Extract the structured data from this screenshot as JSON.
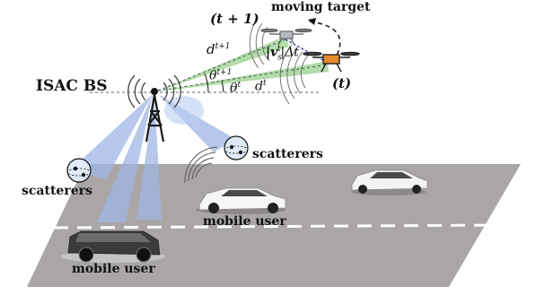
{
  "labels": {
    "bs": "ISAC BS",
    "moving_target": "moving target",
    "time_next": "(t + 1)",
    "time_now": "(t)",
    "scatterers_right": "scatterers",
    "scatterers_left": "scatterers",
    "mobile_user_center": "mobile user",
    "mobile_user_left": "mobile user"
  },
  "math": {
    "d_next": "d",
    "d_next_sup": "t+1",
    "theta_next": "θ",
    "theta_next_sup": "t+1",
    "theta_now": "θ",
    "theta_now_sup": "t",
    "d_now": "d",
    "d_now_sup": "t",
    "velocity_left": "|v",
    "velocity_sub": "s",
    "velocity_sup": "t",
    "velocity_right": "|Δt"
  },
  "colors": {
    "road": "#a9a6a5",
    "beam_blue": "#9fb6e6",
    "beam_green": "#7ec46f",
    "tower": "#1a1a1a"
  }
}
